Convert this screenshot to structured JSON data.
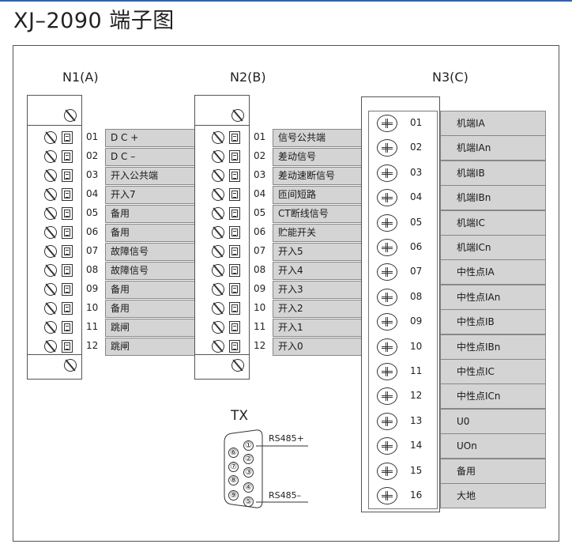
{
  "title": "XJ–2090 端子图",
  "n1": {
    "header": "N1(A)",
    "rows": [
      {
        "num": "01",
        "label": "D C +"
      },
      {
        "num": "02",
        "label": "D C –"
      },
      {
        "num": "03",
        "label": "开入公共端"
      },
      {
        "num": "04",
        "label": "开入7"
      },
      {
        "num": "05",
        "label": "备用"
      },
      {
        "num": "06",
        "label": "备用"
      },
      {
        "num": "07",
        "label": "故障信号"
      },
      {
        "num": "08",
        "label": "故障信号"
      },
      {
        "num": "09",
        "label": "备用"
      },
      {
        "num": "10",
        "label": "备用"
      },
      {
        "num": "11",
        "label": "跳闸"
      },
      {
        "num": "12",
        "label": "跳闸"
      }
    ]
  },
  "n2": {
    "header": "N2(B)",
    "rows": [
      {
        "num": "01",
        "label": "信号公共端"
      },
      {
        "num": "02",
        "label": "差动信号"
      },
      {
        "num": "03",
        "label": "差动速断信号"
      },
      {
        "num": "04",
        "label": "匝间短路"
      },
      {
        "num": "05",
        "label": "CT断线信号"
      },
      {
        "num": "06",
        "label": "贮能开关"
      },
      {
        "num": "07",
        "label": "开入5"
      },
      {
        "num": "08",
        "label": "开入4"
      },
      {
        "num": "09",
        "label": "开入3"
      },
      {
        "num": "10",
        "label": "开入2"
      },
      {
        "num": "11",
        "label": "开入1"
      },
      {
        "num": "12",
        "label": "开入0"
      }
    ]
  },
  "n3": {
    "header": "N3(C)",
    "rows": [
      {
        "num": "01",
        "label": "机端IA"
      },
      {
        "num": "02",
        "label": "机端IAn"
      },
      {
        "num": "03",
        "label": "机端IB"
      },
      {
        "num": "04",
        "label": "机端IBn"
      },
      {
        "num": "05",
        "label": "机端IC"
      },
      {
        "num": "06",
        "label": "机端ICn"
      },
      {
        "num": "07",
        "label": "中性点IA"
      },
      {
        "num": "08",
        "label": "中性点IAn"
      },
      {
        "num": "09",
        "label": "中性点IB"
      },
      {
        "num": "10",
        "label": "中性点IBn"
      },
      {
        "num": "11",
        "label": "中性点IC"
      },
      {
        "num": "12",
        "label": "中性点ICn"
      },
      {
        "num": "13",
        "label": "U0"
      },
      {
        "num": "14",
        "label": "UOn"
      },
      {
        "num": "15",
        "label": "备用"
      },
      {
        "num": "16",
        "label": "大地"
      }
    ]
  },
  "tx": {
    "label": "TX",
    "pins": [
      "①",
      "②",
      "③",
      "④",
      "⑤",
      "⑥",
      "⑦",
      "⑧",
      "⑨"
    ],
    "rs485_plus": "RS485+",
    "rs485_minus": "RS485–"
  }
}
